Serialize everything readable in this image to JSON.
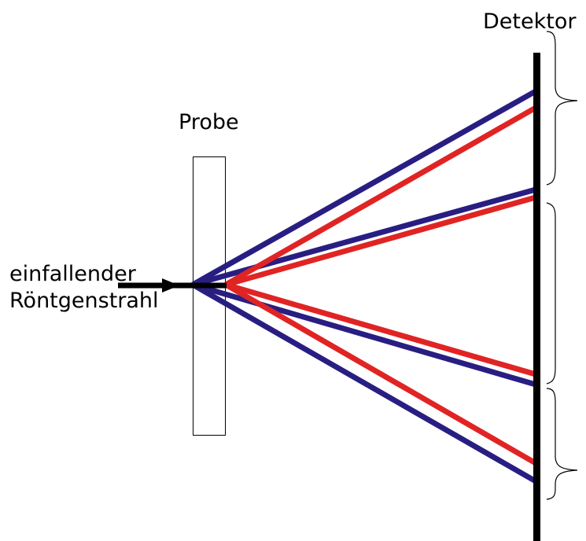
{
  "labels": {
    "detektor": "Detektor",
    "probe": "Probe",
    "beam_line1": "einfallender",
    "beam_line2": "Röntgenstrahl"
  },
  "colors": {
    "blue": "#281e82",
    "red": "#e02424",
    "black": "#000000"
  },
  "legend": {
    "rays": [
      {
        "color": "blue",
        "count": 4
      },
      {
        "color": "red",
        "count": 4
      }
    ]
  }
}
